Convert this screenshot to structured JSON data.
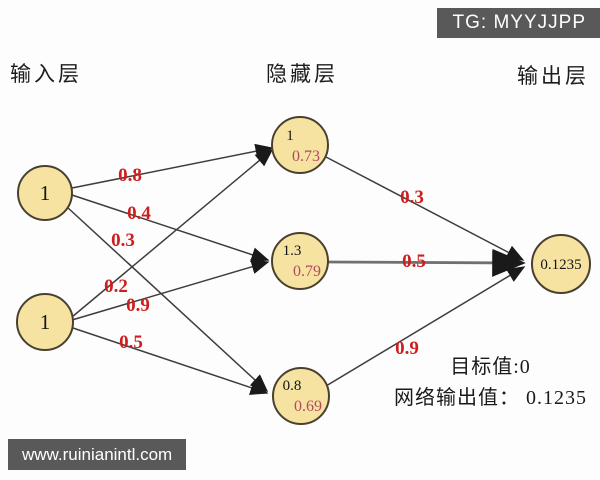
{
  "badge": {
    "text": "TG: MYYJJPP"
  },
  "watermark": {
    "text": "www.ruinianintl.com"
  },
  "layers": {
    "input": "输入层",
    "hidden": "隐藏层",
    "output": "输出层"
  },
  "nodes": {
    "input1": {
      "value": "1"
    },
    "input2": {
      "value": "1"
    },
    "hidden1": {
      "net": "1",
      "out": "0.73"
    },
    "hidden2": {
      "net": "1.3",
      "out": "0.79"
    },
    "hidden3": {
      "net": "0.8",
      "out": "0.69"
    },
    "output1": {
      "value": "0.1235"
    }
  },
  "weights": {
    "i1_h1": "0.8",
    "i1_h2": "0.4",
    "i1_h3": "0.3",
    "i2_h1": "0.2",
    "i2_h2": "0.9",
    "i2_h3": "0.5",
    "h1_o": "0.3",
    "h2_o": "0.5",
    "h3_o": "0.9"
  },
  "annotation": {
    "target_label": "目标值:0",
    "output_label": "网络输出值： 0.1235"
  },
  "colors": {
    "node_fill": "#f6e3a1",
    "node_border": "#4a4030",
    "weight_red": "#cf1d1d",
    "node_out_red": "#b24a5e",
    "edge_dark": "#3d3d3d",
    "edge_gray": "#707070",
    "badge_bg": "#595959",
    "badge_text": "#ffffff",
    "text_black": "#1a1a1a"
  }
}
